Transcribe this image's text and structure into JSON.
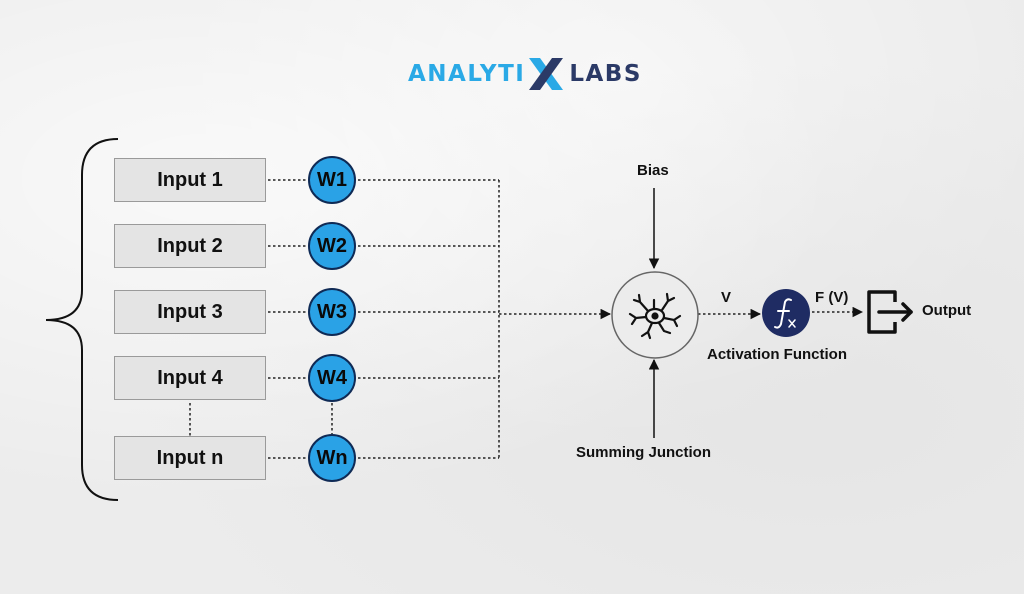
{
  "logo": {
    "part1": "ANALYTI",
    "part2": "LABS",
    "x_icon": "x-mark-icon"
  },
  "inputs": [
    {
      "label": "Input 1",
      "weight": "W1"
    },
    {
      "label": "Input 2",
      "weight": "W2"
    },
    {
      "label": "Input 3",
      "weight": "W3"
    },
    {
      "label": "Input 4",
      "weight": "W4"
    },
    {
      "label": "Input n",
      "weight": "Wn"
    }
  ],
  "labels": {
    "bias": "Bias",
    "summing": "Summing Junction",
    "v": "V",
    "fv": "F (V)",
    "activation": "Activation Function",
    "output": "Output"
  },
  "icons": {
    "neuron": "neuron-icon",
    "function": "function-fx-icon",
    "output": "output-arrow-icon",
    "brace": "curly-brace"
  },
  "colors": {
    "weight_fill": "#2aa2e6",
    "function_fill": "#1f2c63",
    "logo_blue": "#2aa9e6",
    "logo_navy": "#2b3a67"
  }
}
